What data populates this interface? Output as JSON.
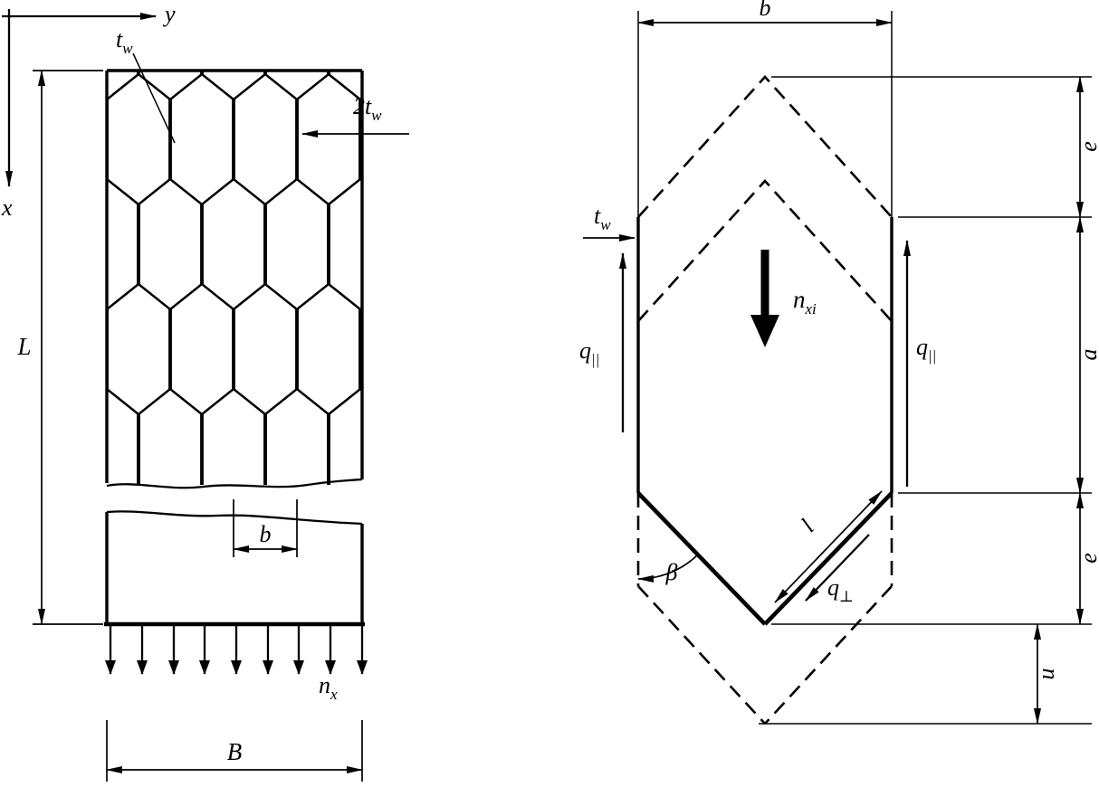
{
  "background": "#ffffff",
  "ink": "#000000",
  "left_panel": {
    "axis_y_label": "y",
    "axis_x_label": "x",
    "wall_thickness": {
      "base": "t",
      "sub": "w"
    },
    "double_wall_thickness": {
      "base": "2t",
      "sub": "w"
    },
    "length_label": "L",
    "cell_width_label": "b",
    "load_label": {
      "base": "n",
      "sub": "x"
    },
    "width_label": "B"
  },
  "cell_detail": {
    "cell_width_label": "b",
    "wall_thickness": {
      "base": "t",
      "sub": "w"
    },
    "shear_parallel_left": {
      "base": "q",
      "sub": "||"
    },
    "normal_load": {
      "base": "n",
      "sub": "xi"
    },
    "shear_parallel_right": {
      "base": "q",
      "sub": "||"
    },
    "dim_e_top": "e",
    "dim_a": "a",
    "dim_e_bottom": "e",
    "wall_length_label": "l",
    "shear_perpendicular": {
      "base": "q",
      "sub": "⊥"
    },
    "angle_label": "β",
    "dim_u": "u"
  }
}
